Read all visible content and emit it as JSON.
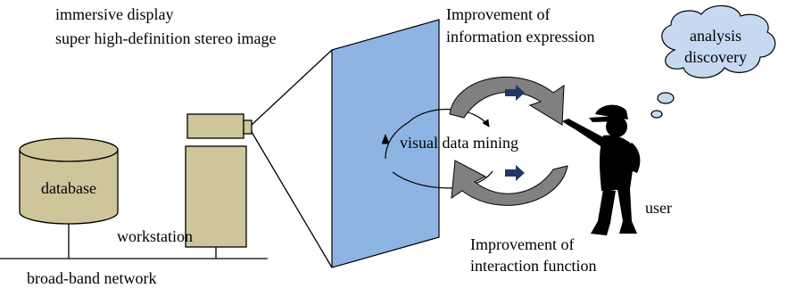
{
  "labels": {
    "display_line1": "immersive display",
    "display_line2": "super high-definition  stereo image",
    "info_expr_line1": "Improvement of",
    "info_expr_line2": "information expression",
    "cloud_line1": "analysis",
    "cloud_line2": "discovery",
    "center": "visual data mining",
    "database": "database",
    "workstation": "workstation",
    "network": "broad-band network",
    "user": "user",
    "interaction_line1": "Improvement of",
    "interaction_line2": "interaction function"
  },
  "colors": {
    "screen_fill": "#8eb4e3",
    "device_fill": "#cfc59a",
    "cloud_fill": "#c5d9f1",
    "arrow_fill": "#808080",
    "pointer_fill": "#1f3864",
    "silhouette": "#000000"
  },
  "icons": {
    "screen": "projection-screen-icon",
    "database": "database-cylinder-icon",
    "projector": "projector-icon",
    "user": "user-silhouette-icon",
    "cloud": "thought-cloud-icon"
  }
}
